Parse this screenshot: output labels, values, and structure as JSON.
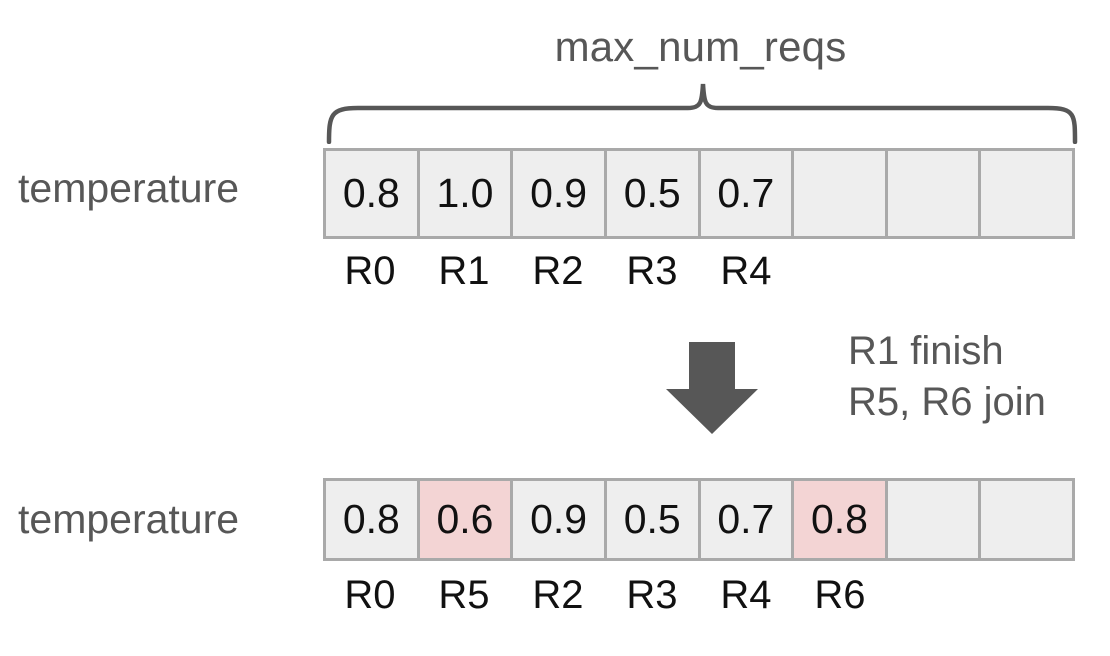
{
  "diagram": {
    "title": "max_num_reqs",
    "brace_icon": "curly-brace-icon",
    "arrow_icon": "down-arrow-icon",
    "colors": {
      "cell_background": "#eeeeee",
      "cell_border": "#a9a9a9",
      "highlight_background": "#f3d4d4",
      "text_gray": "#575757",
      "text_black": "#111111"
    },
    "note": {
      "line1": "R1 finish",
      "line2": "R5, R6 join"
    },
    "rows": [
      {
        "label": "temperature",
        "capacity": 8,
        "cells": [
          {
            "value": "0.8",
            "request": "R0",
            "highlight": false,
            "empty": false
          },
          {
            "value": "1.0",
            "request": "R1",
            "highlight": false,
            "empty": false
          },
          {
            "value": "0.9",
            "request": "R2",
            "highlight": false,
            "empty": false
          },
          {
            "value": "0.5",
            "request": "R3",
            "highlight": false,
            "empty": false
          },
          {
            "value": "0.7",
            "request": "R4",
            "highlight": false,
            "empty": false
          },
          {
            "value": "",
            "request": "",
            "highlight": false,
            "empty": true
          },
          {
            "value": "",
            "request": "",
            "highlight": false,
            "empty": true
          },
          {
            "value": "",
            "request": "",
            "highlight": false,
            "empty": true
          }
        ]
      },
      {
        "label": "temperature",
        "capacity": 8,
        "cells": [
          {
            "value": "0.8",
            "request": "R0",
            "highlight": false,
            "empty": false
          },
          {
            "value": "0.6",
            "request": "R5",
            "highlight": true,
            "empty": false
          },
          {
            "value": "0.9",
            "request": "R2",
            "highlight": false,
            "empty": false
          },
          {
            "value": "0.5",
            "request": "R3",
            "highlight": false,
            "empty": false
          },
          {
            "value": "0.7",
            "request": "R4",
            "highlight": false,
            "empty": false
          },
          {
            "value": "0.8",
            "request": "R6",
            "highlight": true,
            "empty": false
          },
          {
            "value": "",
            "request": "",
            "highlight": false,
            "empty": true
          },
          {
            "value": "",
            "request": "",
            "highlight": false,
            "empty": true
          }
        ]
      }
    ]
  }
}
